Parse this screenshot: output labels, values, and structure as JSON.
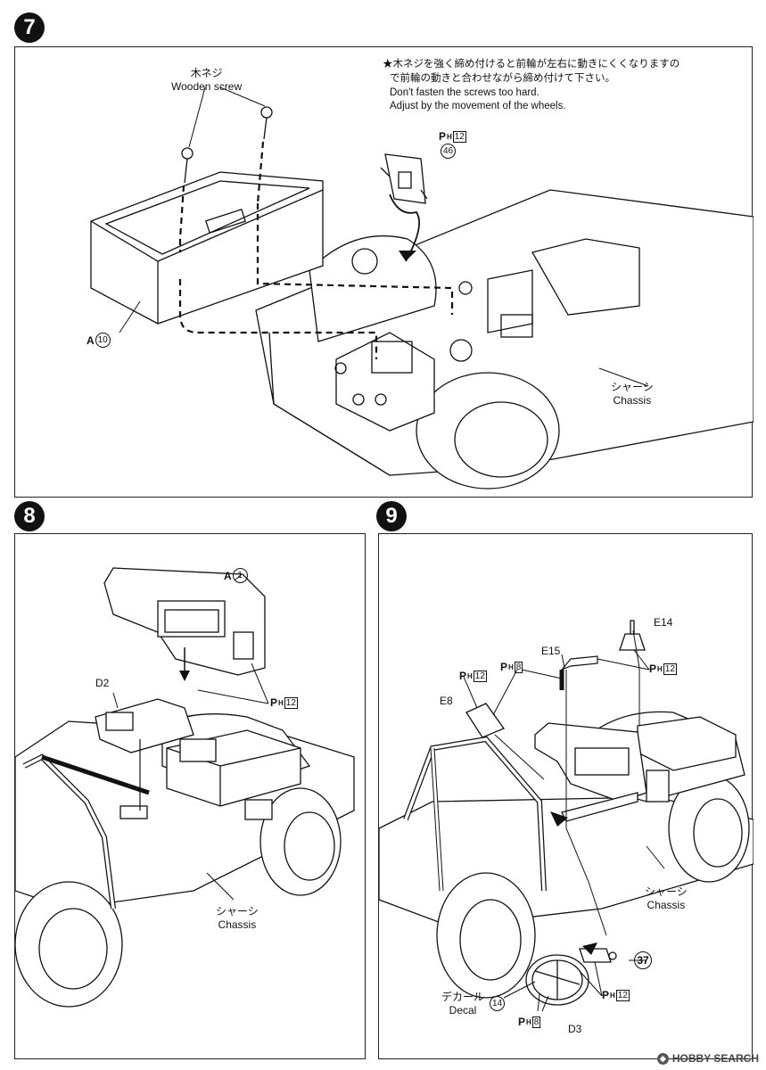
{
  "step7": {
    "number": "7",
    "note_jp_1": "★木ネジを強く締め付けると前輪が左右に動きにくくなりますの",
    "note_jp_2": "で前輪の動きと合わせながら締め付けて下さい。",
    "note_en_1": "Don't fasten the screws too hard.",
    "note_en_2": "Adjust by the movement of the wheels.",
    "screw_jp": "木ネジ",
    "screw_en": "Wooden screw",
    "ph_prefix": "P",
    "ph_sub": "H",
    "ph_num": "12",
    "part_46": "46",
    "part_a_letter": "A",
    "part_a_num": "10",
    "chassis_jp": "シャーシ",
    "chassis_en": "Chassis"
  },
  "step8": {
    "number": "8",
    "part_a_letter": "A",
    "part_a_num": "1",
    "d2": "D2",
    "ph_prefix": "P",
    "ph_sub": "H",
    "ph_num": "12",
    "chassis_jp": "シャーシ",
    "chassis_en": "Chassis"
  },
  "step9": {
    "number": "9",
    "e14": "E14",
    "e15": "E15",
    "e8": "E8",
    "d3": "D3",
    "ph_prefix": "P",
    "ph_sub": "H",
    "ph12": "12",
    "ph8": "8",
    "part_37": "37",
    "decal_jp": "デカール",
    "decal_en": "Decal",
    "decal_num": "14",
    "chassis_jp": "シャーシ",
    "chassis_en": "Chassis"
  },
  "watermark": {
    "text": "HOBBY SEARCH",
    "icon": "hobbysearch-logo-icon"
  }
}
